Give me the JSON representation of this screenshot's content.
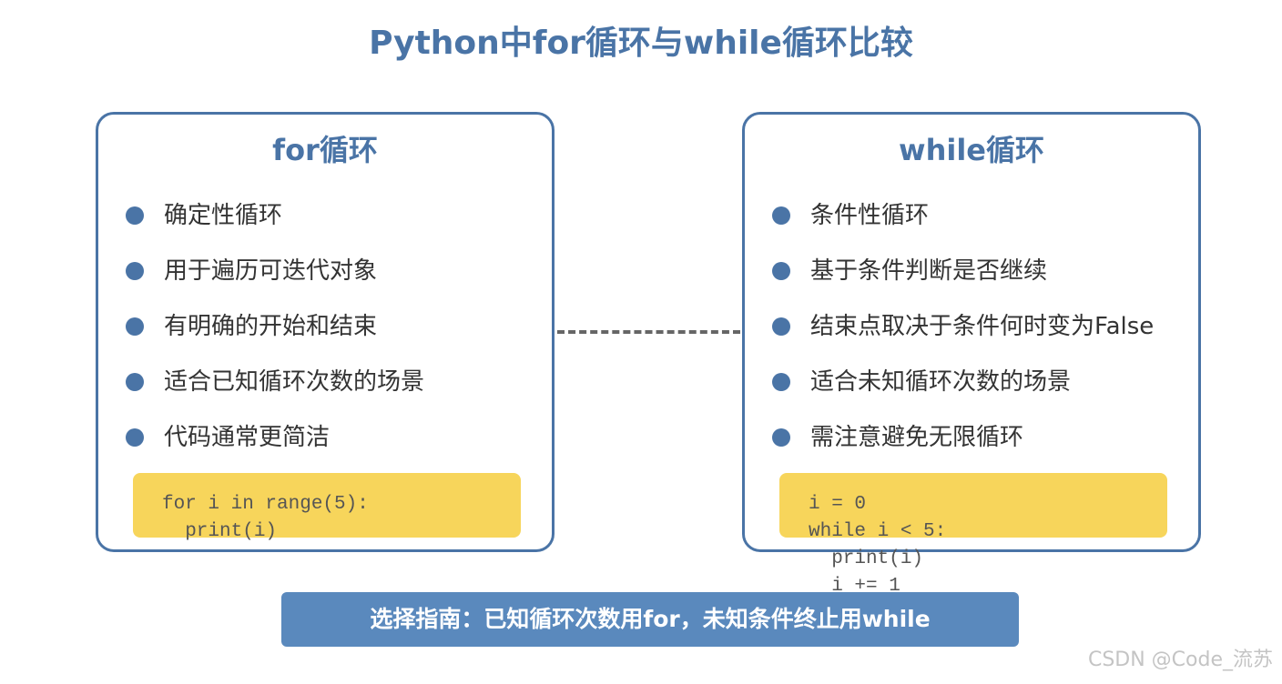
{
  "title": "Python中for循环与while循环比较",
  "for_card": {
    "title": "for循环",
    "items": [
      "确定性循环",
      "用于遍历可迭代对象",
      "有明确的开始和结束",
      "适合已知循环次数的场景",
      "代码通常更简洁"
    ],
    "code": "for i in range(5):\n  print(i)"
  },
  "while_card": {
    "title": "while循环",
    "items": [
      "条件性循环",
      "基于条件判断是否继续",
      "结束点取决于条件何时变为False",
      "适合未知循环次数的场景",
      "需注意避免无限循环"
    ],
    "code": "i = 0\nwhile i < 5:\n  print(i)\n  i += 1"
  },
  "banner": "选择指南：已知循环次数用for，未知条件终止用while",
  "watermark": "CSDN @Code_流苏",
  "colors": {
    "primary": "#4a74a6",
    "banner": "#5a89bd",
    "code_background": "#f7d55b"
  }
}
